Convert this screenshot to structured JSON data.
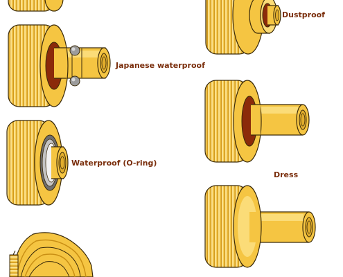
{
  "labels": {
    "japanese_waterproof": "Japanese waterproof",
    "dustproof": "Dustproof",
    "waterproof_oring": "Waterproof (O-ring)",
    "dress": "Dress"
  },
  "colors": {
    "crown_gold": "#f5c542",
    "crown_light": "#fbdc78",
    "crown_shadow": "#d9a21f",
    "outline": "#3a2a0a",
    "inner_red": "#8b2a0a",
    "seal_grey": "#9c9c9c",
    "label_brown": "#7a2e0c"
  }
}
